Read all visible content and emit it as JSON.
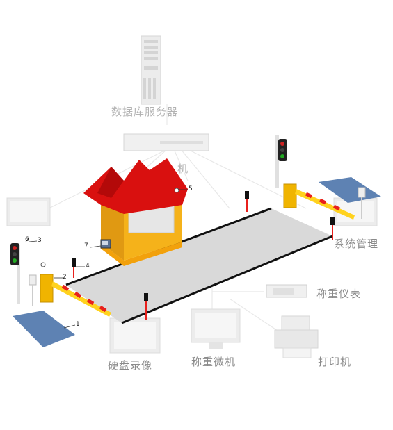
{
  "labels": {
    "db_server": "数据库服务器",
    "machine_partial": "机",
    "system_mgmt": "系统管理",
    "weighing_instrument": "称重仪表",
    "weighing_pc": "称重微机",
    "hdd_recorder": "硬盘录像",
    "printer": "打印机"
  },
  "callouts": [
    "1",
    "2",
    "3",
    "4",
    "5",
    "6",
    "7"
  ],
  "colors": {
    "scale_platform": "#d9d9d9",
    "booth_roof": "#d9100f",
    "booth_wall": "#f5b21a",
    "barrier_red": "#e8201c",
    "barrier_yellow": "#ffd21e",
    "faded_equipment": "#e6e6e6"
  },
  "icons": [
    "server-icon",
    "network-switch-icon",
    "monitor-icon",
    "printer-icon",
    "weighing-instrument-icon",
    "traffic-light-icon",
    "camera-icon",
    "barrier-gate-icon",
    "guard-booth-icon",
    "sensor-post-icon"
  ]
}
